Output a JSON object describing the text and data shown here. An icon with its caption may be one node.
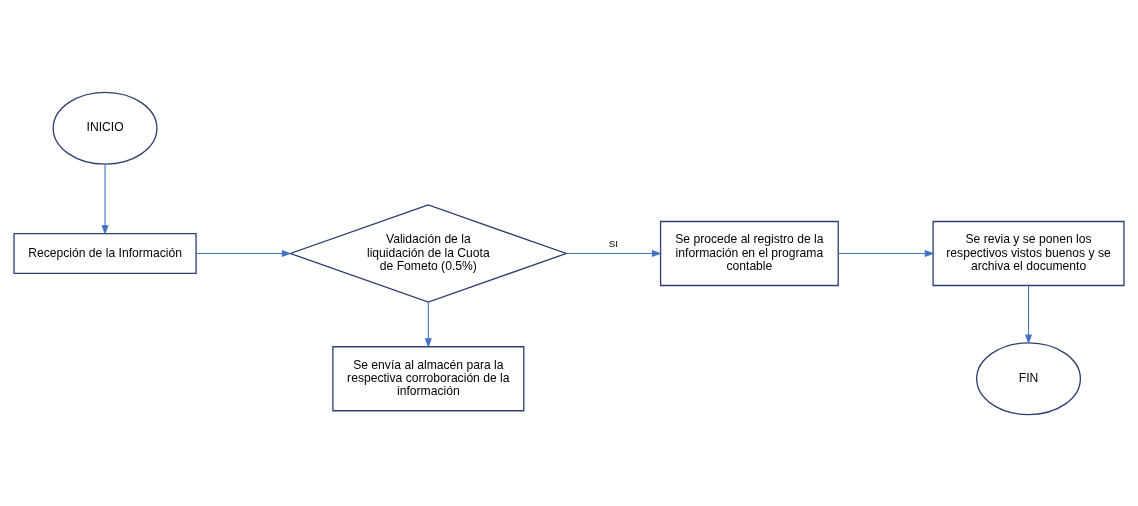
{
  "diagram": {
    "nodes": [
      {
        "text": [
          "INICIO"
        ]
      },
      {
        "text": [
          "Recepción de la Información"
        ]
      },
      {
        "text": [
          "Validación de la liquidación de la Cuota de Fometo (0.5%)"
        ]
      },
      {
        "text": [
          "Se procede al registro de la información en el programa contable"
        ]
      },
      {
        "text": [
          "Se revia y se ponen los respectivos vistos buenos y se archiva el documento"
        ]
      },
      {
        "text": [
          "Se envía al almacén para la respectiva corroboración de la información"
        ]
      },
      {
        "text": [
          "FIN"
        ]
      }
    ],
    "edges": [
      {
        "from": 0,
        "to": 1,
        "arrow": "to"
      },
      {
        "from": 1,
        "to": 2,
        "arrow": "to"
      },
      {
        "from": 2,
        "to": 3,
        "arrow": "to",
        "label": "SI"
      },
      {
        "from": 3,
        "to": 4,
        "arrow": "to"
      },
      {
        "from": 2,
        "to": 5,
        "arrow": "to"
      },
      {
        "from": 4,
        "to": 6,
        "arrow": "to"
      }
    ]
  }
}
